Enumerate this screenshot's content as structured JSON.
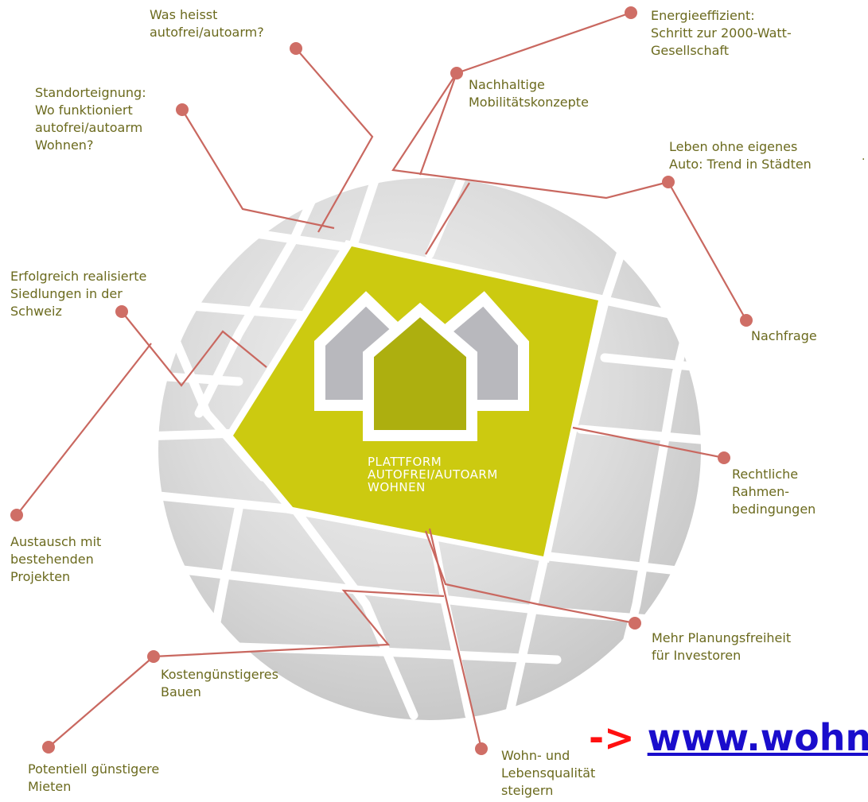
{
  "center": {
    "title": "PLATTFORM\nAUTOFREI/AUTOARM\nWOHNEN"
  },
  "colors": {
    "accent": "#ccca10",
    "house": "#adaf0f",
    "line": "#c96860",
    "text": "#6b6a1e",
    "link": "#1a0dcc",
    "arrow": "#ff1010"
  },
  "labels": {
    "was_heisst": "Was heisst\nautofrei/autoarm?",
    "standort": "Standorteignung:\nWo funktioniert\nautofrei/autoarm\nWohnen?",
    "energie": "Energieeffizient:\nSchritt zur 2000-Watt-\nGesellschaft",
    "nachhaltige": "Nachhaltige\nMobilitätskonzepte",
    "leben": "Leben ohne eigenes\nAuto: Trend in Städten",
    "nachfrage": "Nachfrage",
    "erfolgreich": "Erfolgreich realisierte\nSiedlungen in der\nSchweiz",
    "rechtliche": "Rechtliche\nRahmen-\nbedingungen",
    "austausch": "Austausch mit\nbestehenden\nProjekten",
    "planung": "Mehr Planungsfreiheit\nfür Investoren",
    "kosten": "Kostengünstigeres\nBauen",
    "mieten": "Potentiell günstigere\nMieten",
    "wohn": "Wohn- und\nLebensqualität\nsteigern"
  },
  "link": {
    "arrow": "->",
    "url": "www.wohn"
  },
  "stray_mark": "·"
}
